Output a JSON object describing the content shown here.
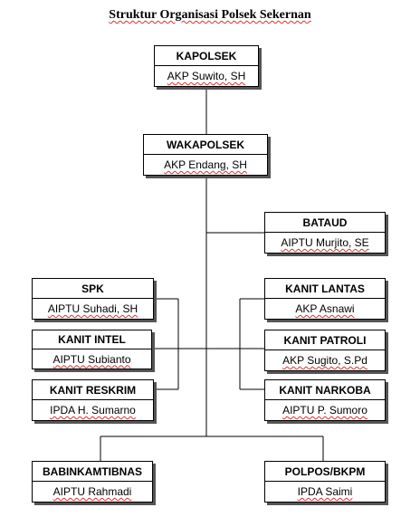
{
  "title": "Struktur Organisasi Polsek Sekernan",
  "nodes": {
    "kapolsek": {
      "role": "KAPOLSEK",
      "name": "AKP Suwito, SH"
    },
    "wakapolsek": {
      "role": "WAKAPOLSEK",
      "name": "AKP Endang, SH"
    },
    "bataud": {
      "role": "BATAUD",
      "name": "AIPTU Murjito, SE"
    },
    "spk": {
      "role": "SPK",
      "name": "AIPTU Suhadi, SH"
    },
    "kanit_intel": {
      "role": "KANIT INTEL",
      "name": "AIPTU Subianto"
    },
    "kanit_reskrim": {
      "role": "KANIT RESKRIM",
      "name": "IPDA H. Sumarno"
    },
    "kanit_lantas": {
      "role": "KANIT LANTAS",
      "name": "AKP Asnawi"
    },
    "kanit_patroli": {
      "role": "KANIT PATROLI",
      "name": "AKP Sugito, S.Pd"
    },
    "kanit_narkoba": {
      "role": "KANIT NARKOBA",
      "name": "AIPTU P. Sumoro"
    },
    "babinkamtibnas": {
      "role": "BABINKAMTIBNAS",
      "name": "AIPTU Rahmadi"
    },
    "polpos": {
      "role": "POLPOS/BKPM",
      "name": "IPDA Saimi"
    }
  }
}
